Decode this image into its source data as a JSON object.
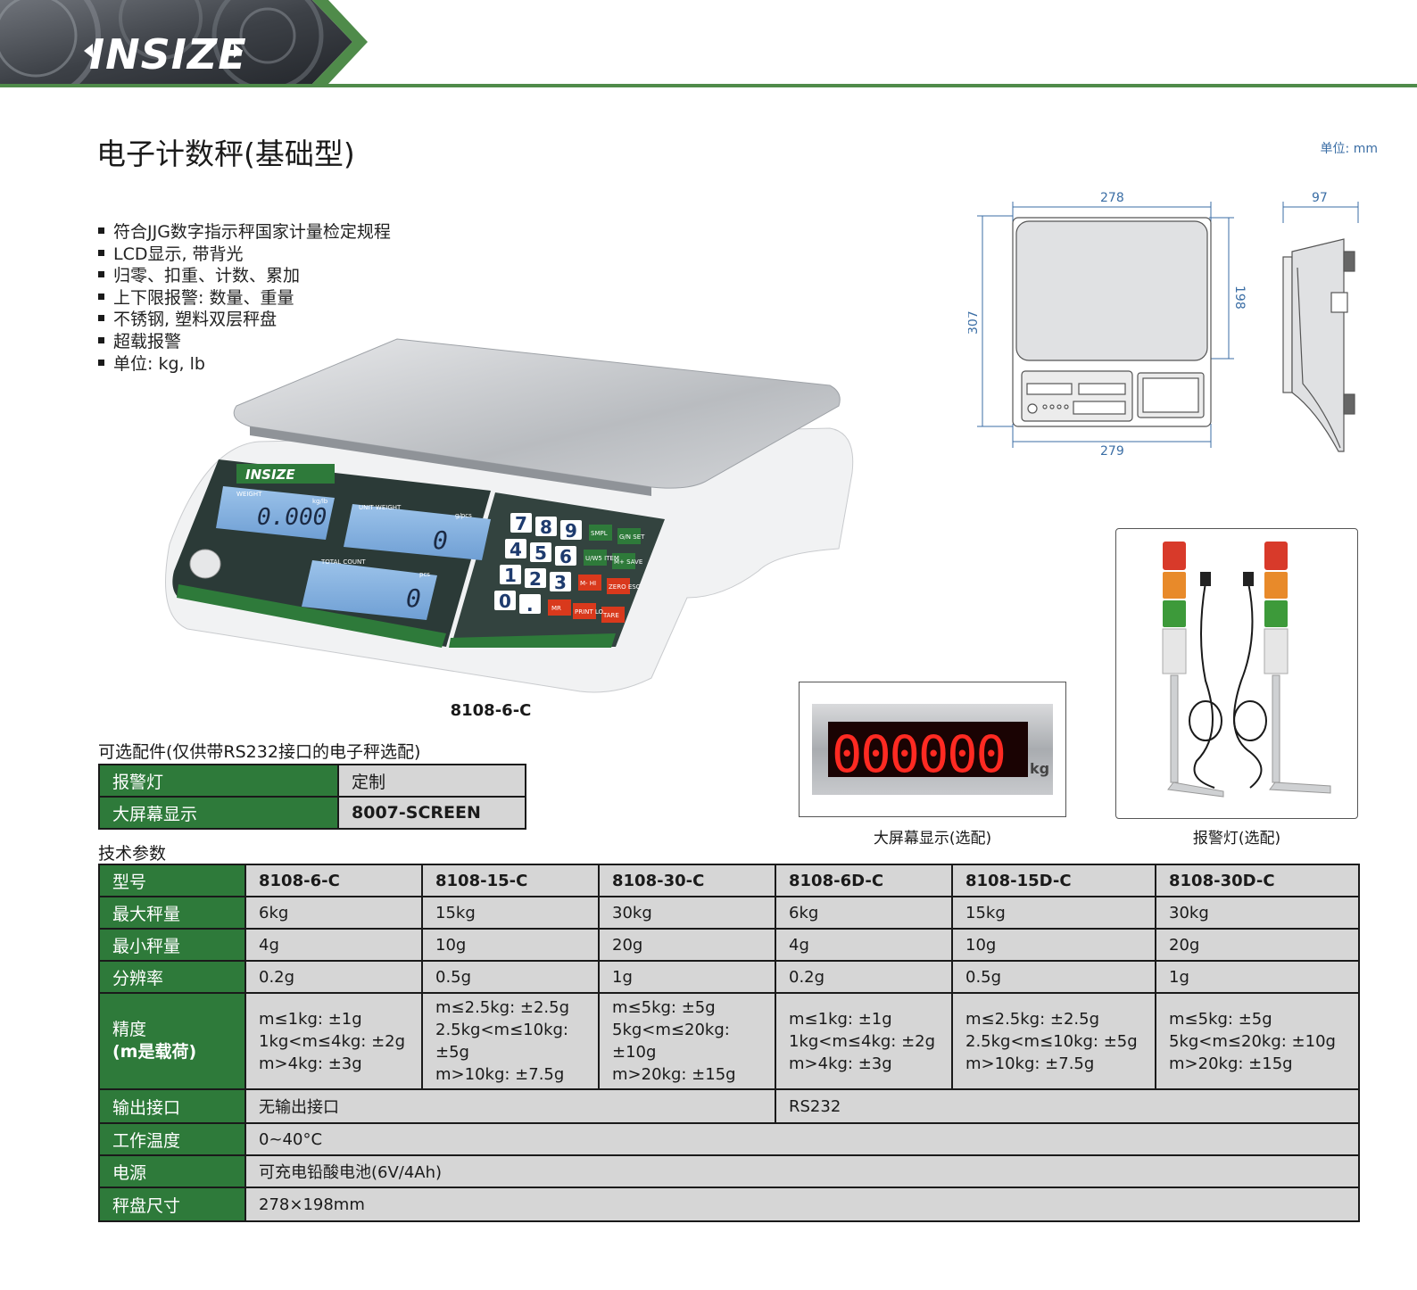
{
  "header": {
    "logo": "INSIZE",
    "brand_green": "#4f8b4a"
  },
  "title": "电子计数秤(基础型)",
  "unit": "单位: mm",
  "features": [
    "符合JJG数字指示秤国家计量检定规程",
    "LCD显示, 带背光",
    "归零、扣重、计数、累加",
    "上下限报警: 数量、重量",
    "不锈钢, 塑料双层秤盘",
    "超载报警",
    "单位: kg, lb"
  ],
  "product": {
    "model_label": "8108-6-C",
    "display_texts": {
      "weight": "WEIGHT",
      "kglb": "kg/lb",
      "unit_weight": "UNIT WEIGHT",
      "gpcs": "g/pcs",
      "total_count": "TOTAL COUNT",
      "pcs": "pcs",
      "weight_value": "0.000",
      "unit_value": "0",
      "count_value": "0",
      "keys": [
        "7",
        "8",
        "9",
        "4",
        "5",
        "6",
        "1",
        "2",
        "3",
        "0",
        "."
      ],
      "fn_keys": [
        "SMPL",
        "G/N SET",
        "U/W5 ITEM",
        "M+ SAVE",
        "M- HI",
        "ZERO ESC",
        "MR",
        "PRINT LO",
        "TARE"
      ]
    }
  },
  "drawing": {
    "width_top": "278",
    "width_bottom": "279",
    "height": "307",
    "pan_depth": "198",
    "side_depth": "97"
  },
  "screen_photo": {
    "digits": "000000",
    "unit": "kg",
    "caption": "大屏幕显示(选配)"
  },
  "lamp_photo": {
    "caption": "报警灯(选配)"
  },
  "accessories": {
    "title": "可选配件(仅供带RS232接口的电子秤选配)",
    "rows": [
      {
        "name": "报警灯",
        "value": "定制"
      },
      {
        "name": "大屏幕显示",
        "value": "8007-SCREEN"
      }
    ]
  },
  "specs": {
    "title": "技术参数",
    "model_label": "型号",
    "models": [
      "8108-6-C",
      "8108-15-C",
      "8108-30-C",
      "8108-6D-C",
      "8108-15D-C",
      "8108-30D-C"
    ],
    "max_label": "最大秤量",
    "max": [
      "6kg",
      "15kg",
      "30kg",
      "6kg",
      "15kg",
      "30kg"
    ],
    "min_label": "最小秤量",
    "min": [
      "4g",
      "10g",
      "20g",
      "4g",
      "10g",
      "20g"
    ],
    "res_label": "分辨率",
    "res": [
      "0.2g",
      "0.5g",
      "1g",
      "0.2g",
      "0.5g",
      "1g"
    ],
    "acc_label_1": "精度",
    "acc_label_2": "(m是载荷)",
    "accuracy": [
      [
        "m≤1kg: ±1g",
        "1kg<m≤4kg: ±2g",
        "m>4kg: ±3g"
      ],
      [
        "m≤2.5kg: ±2.5g",
        "2.5kg<m≤10kg: ±5g",
        "m>10kg: ±7.5g"
      ],
      [
        "m≤5kg: ±5g",
        "5kg<m≤20kg: ±10g",
        "m>20kg: ±15g"
      ],
      [
        "m≤1kg: ±1g",
        "1kg<m≤4kg: ±2g",
        "m>4kg: ±3g"
      ],
      [
        "m≤2.5kg: ±2.5g",
        "2.5kg<m≤10kg: ±5g",
        "m>10kg: ±7.5g"
      ],
      [
        "m≤5kg: ±5g",
        "5kg<m≤20kg: ±10g",
        "m>20kg: ±15g"
      ]
    ],
    "output_label": "输出接口",
    "output": [
      "无输出接口",
      "RS232"
    ],
    "temp_label": "工作温度",
    "temp": "0~40°C",
    "power_label": "电源",
    "power": "可充电铅酸电池(6V/4Ah)",
    "pan_label": "秤盘尺寸",
    "pan": "278×198mm"
  }
}
